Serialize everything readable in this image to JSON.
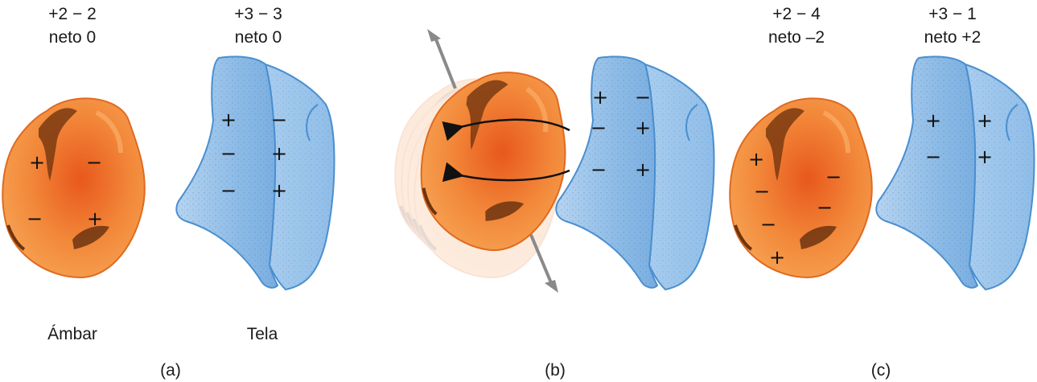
{
  "panel_a": {
    "amber_charge_eq": "+2 − 2",
    "amber_net": "neto 0",
    "cloth_charge_eq": "+3 − 3",
    "cloth_net": "neto 0",
    "amber_name": "Ámbar",
    "cloth_name": "Tela",
    "caption": "(a)",
    "amber_signs": [
      "+",
      "−",
      "−",
      "+"
    ],
    "cloth_signs": [
      "+",
      "−",
      "−",
      "+",
      "−",
      "+"
    ]
  },
  "panel_b": {
    "caption": "(b)",
    "cloth_signs": [
      "+",
      "−",
      "−",
      "+",
      "−",
      "+"
    ]
  },
  "panel_c": {
    "amber_charge_eq": "+2 − 4",
    "amber_net": "neto –2",
    "cloth_charge_eq": "+3 − 1",
    "cloth_net": "neto +2",
    "caption": "(c)",
    "amber_signs": [
      "+",
      "−",
      "−",
      "−",
      "−",
      "+"
    ],
    "cloth_signs": [
      "+",
      "+",
      "−",
      "+"
    ]
  },
  "colors": {
    "amber_fill": "#f08a3a",
    "amber_edge": "#e06a1f",
    "cloth_fill": "#9cc4ea",
    "cloth_edge": "#4a8fd0",
    "arrow_gray": "#8a8a8a"
  }
}
